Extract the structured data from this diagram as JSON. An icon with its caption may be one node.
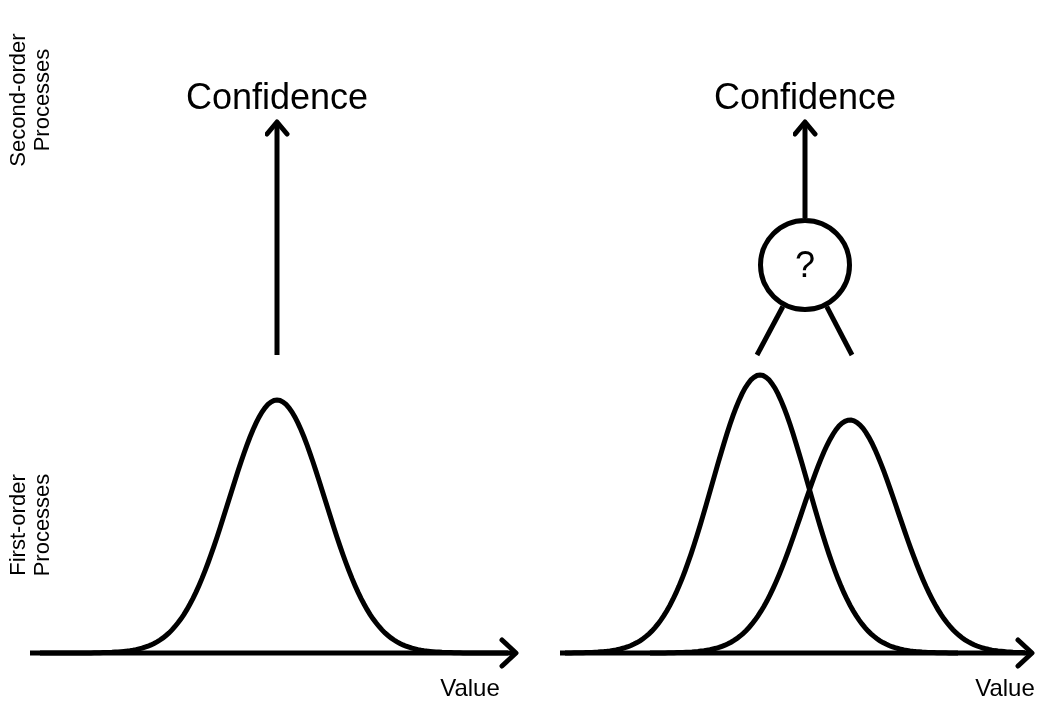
{
  "diagram": {
    "nodes": [
      {
        "text": [
          "Confidence"
        ]
      },
      {
        "text": [
          "Confidence"
        ]
      },
      {
        "text": [
          "?"
        ]
      }
    ],
    "edges": [
      {
        "from": null,
        "to": 0,
        "arrow": "to"
      },
      {
        "from": 2,
        "to": 1,
        "arrow": "to"
      },
      {
        "from": null,
        "to": 2,
        "arrow": "none"
      },
      {
        "from": null,
        "to": 2,
        "arrow": "none"
      }
    ],
    "labels": [
      "Second-order Processes",
      "First-order Processes",
      "Value",
      "Value"
    ]
  }
}
